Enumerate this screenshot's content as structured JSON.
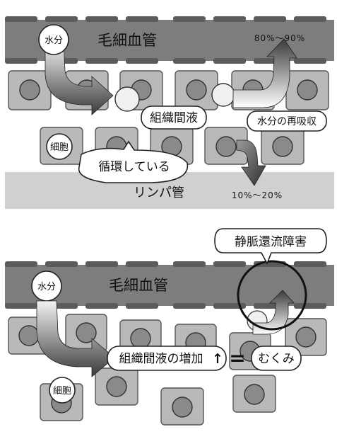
{
  "top_panel": {
    "capillary_label": "毛細血管",
    "water_label": "水分",
    "percent_reabsorb": "80%～90%",
    "interstitial_fluid": "組織間液",
    "reabsorption": "水分の再吸収",
    "cell_label": "細胞",
    "circulating": "循環している",
    "lymph_label": "リンパ管",
    "percent_lymph": "10%～20%"
  },
  "bottom_panel": {
    "venous_disorder": "静脈還流障害",
    "capillary_label": "毛細血管",
    "water_label": "水分",
    "fluid_increase": "組織間液の増加",
    "up_arrow": "↑",
    "equals": "=",
    "edema": "むくみ",
    "cell_label": "細胞"
  },
  "colors": {
    "vessel": "#7d7d7d",
    "vessel_wall": "#5b5b5b",
    "cell": "#b9b9b9",
    "nucleus": "#8a8a8a",
    "lymph": "#d0d0d0"
  }
}
